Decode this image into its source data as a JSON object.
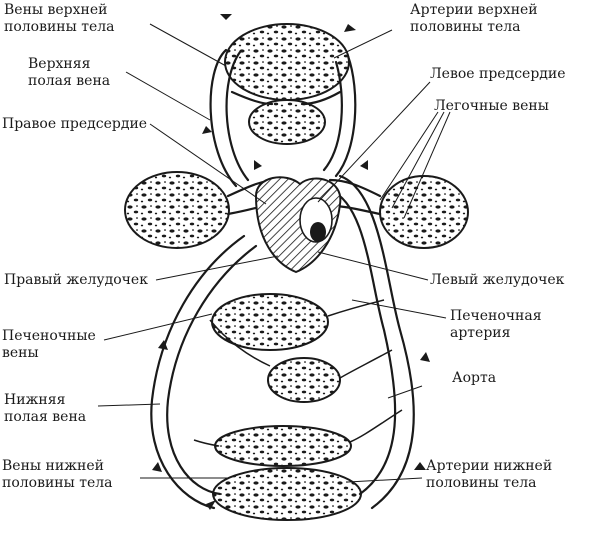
{
  "labels": {
    "upper_veins": [
      "Вены верхней",
      "половины тела"
    ],
    "upper_arteries": [
      "Артерии верхней",
      "половины тела"
    ],
    "superior_vena_cava": [
      "Верхняя",
      "полая вена"
    ],
    "left_atrium": [
      "Левое предсердие"
    ],
    "right_atrium": [
      "Правое предсердие"
    ],
    "pulmonary_veins": [
      "Легочные вены"
    ],
    "right_ventricle": [
      "Правый желудочек"
    ],
    "left_ventricle": [
      "Левый желудочек"
    ],
    "hepatic_veins": [
      "Печеночные",
      "вены"
    ],
    "hepatic_artery": [
      "Печеночная",
      "артерия"
    ],
    "inferior_vena_cava": [
      "Нижняя",
      "полая вена"
    ],
    "aorta": [
      "Аорта"
    ],
    "lower_veins": [
      "Вены нижней",
      "половины тела"
    ],
    "lower_arteries": [
      "Артерии нижней",
      "половины тела"
    ]
  }
}
